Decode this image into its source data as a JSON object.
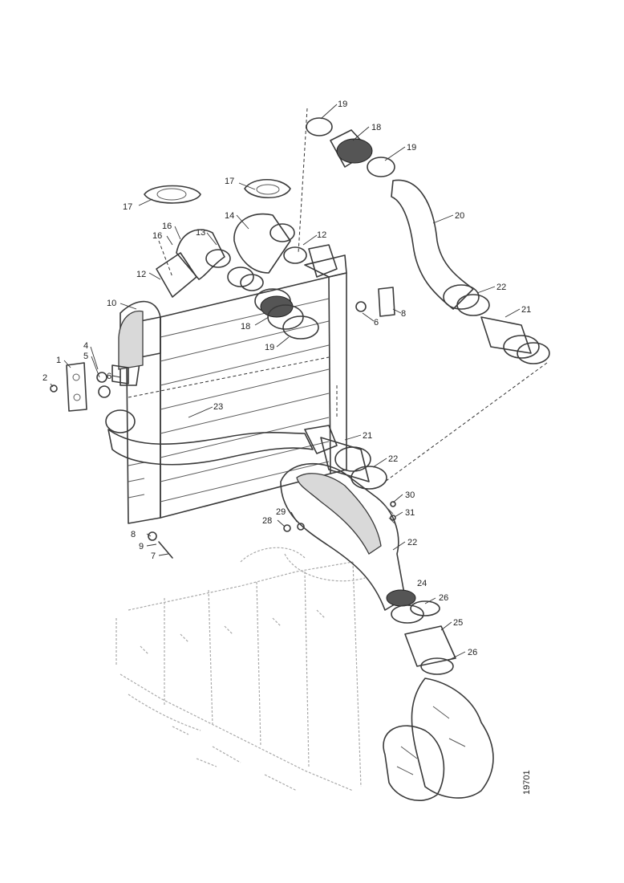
{
  "figure_number": "19701",
  "callouts": [
    {
      "id": "c1",
      "text": "19"
    },
    {
      "id": "c2",
      "text": "18"
    },
    {
      "id": "c3",
      "text": "19"
    },
    {
      "id": "c4",
      "text": "20"
    },
    {
      "id": "c5",
      "text": "17"
    },
    {
      "id": "c6",
      "text": "17"
    },
    {
      "id": "c7",
      "text": "14"
    },
    {
      "id": "c8",
      "text": "16"
    },
    {
      "id": "c9",
      "text": "16"
    },
    {
      "id": "c10",
      "text": "13"
    },
    {
      "id": "c11",
      "text": "12"
    },
    {
      "id": "c12",
      "text": "12"
    },
    {
      "id": "c13",
      "text": "10"
    },
    {
      "id": "c14",
      "text": "22"
    },
    {
      "id": "c15",
      "text": "21"
    },
    {
      "id": "c16",
      "text": "8"
    },
    {
      "id": "c17",
      "text": "6"
    },
    {
      "id": "c18",
      "text": "18"
    },
    {
      "id": "c19",
      "text": "19"
    },
    {
      "id": "c20",
      "text": "4"
    },
    {
      "id": "c21",
      "text": "5"
    },
    {
      "id": "c22",
      "text": "1"
    },
    {
      "id": "c23",
      "text": "2"
    },
    {
      "id": "c24",
      "text": "6"
    },
    {
      "id": "c25",
      "text": "23"
    },
    {
      "id": "c26",
      "text": "21"
    },
    {
      "id": "c27",
      "text": "22"
    },
    {
      "id": "c28",
      "text": "30"
    },
    {
      "id": "c29",
      "text": "31"
    },
    {
      "id": "c30",
      "text": "29"
    },
    {
      "id": "c31",
      "text": "28"
    },
    {
      "id": "c32",
      "text": "22"
    },
    {
      "id": "c33",
      "text": "8"
    },
    {
      "id": "c34",
      "text": "9"
    },
    {
      "id": "c35",
      "text": "7"
    },
    {
      "id": "c36",
      "text": "24"
    },
    {
      "id": "c37",
      "text": "26"
    },
    {
      "id": "c38",
      "text": "25"
    },
    {
      "id": "c39",
      "text": "26"
    }
  ]
}
